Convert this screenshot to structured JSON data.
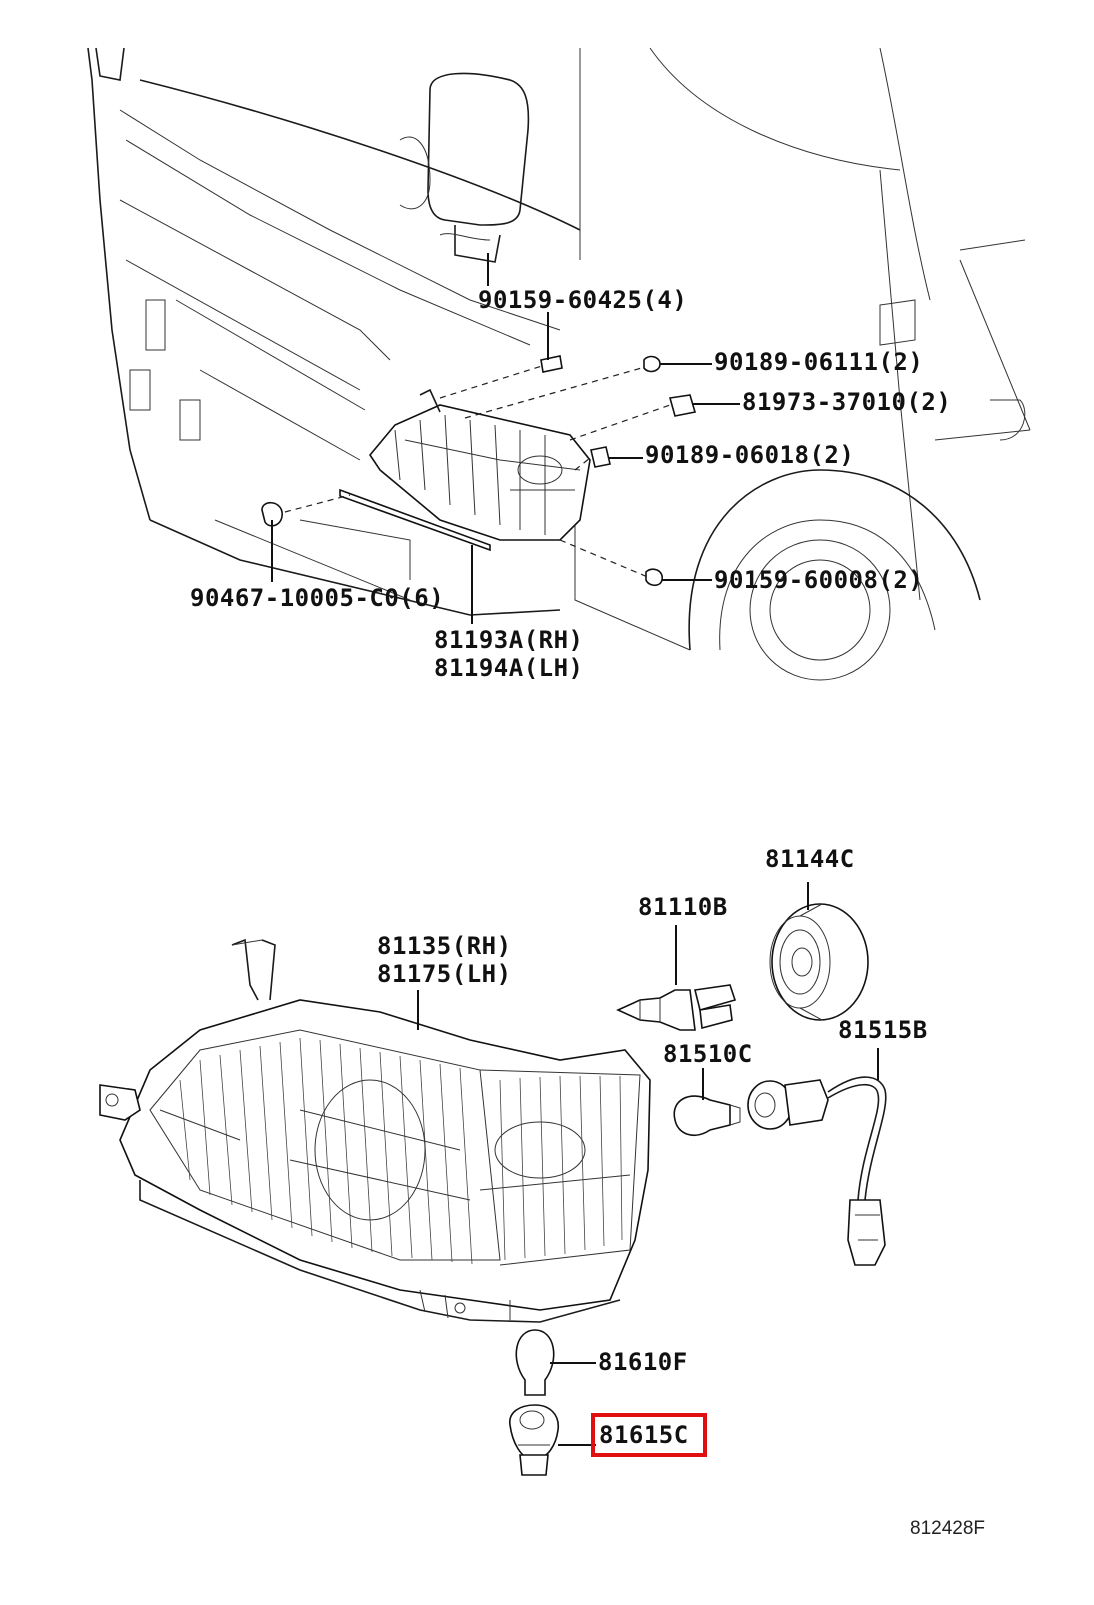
{
  "diagram_id": "812428F",
  "labels": {
    "p90159_60425": "90159-60425(4)",
    "p90189_06111": "90189-06111(2)",
    "p81973_37010": "81973-37010(2)",
    "p90189_06018": "90189-06018(2)",
    "p90467_10005": "90467-10005-C0(6)",
    "p90159_60008": "90159-60008(2)",
    "p81193a": "81193A(RH)",
    "p81194a": "81194A(LH)",
    "p81144c": "81144C",
    "p81110b": "81110B",
    "p81135": "81135(RH)",
    "p81175": "81175(LH)",
    "p81510c": "81510C",
    "p81515b": "81515B",
    "p81610f": "81610F",
    "p81615c": "81615C"
  },
  "highlighted_part": "81615C",
  "colors": {
    "highlight": "#e01010",
    "line": "#1a1a1a",
    "background": "#ffffff"
  }
}
